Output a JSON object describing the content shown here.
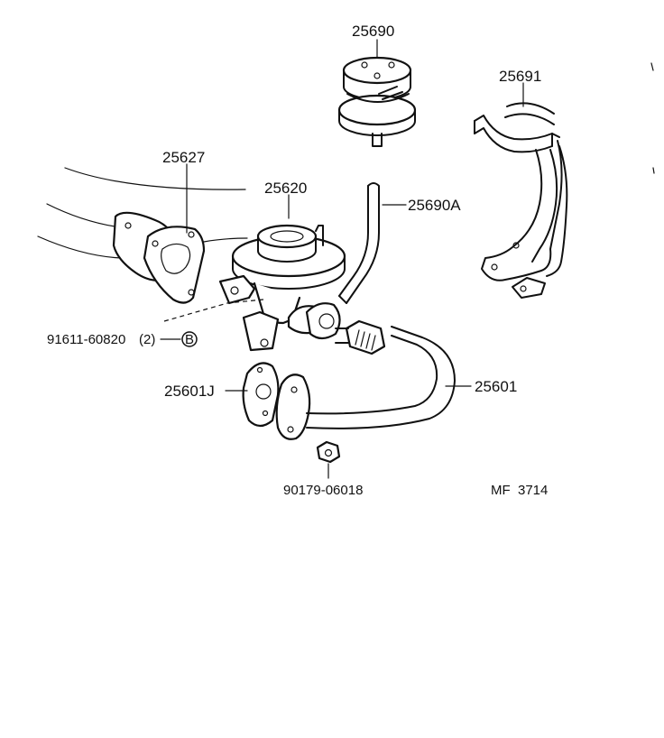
{
  "labels": {
    "egr_valve_cover": "25690",
    "bracket": "25691",
    "gasket_top": "25627",
    "egr_valve": "25620",
    "vacuum_hose": "25690A",
    "bolt": "91611-60820",
    "bolt_qty": "(2)",
    "bolt_marker": "B",
    "gasket_lower": "25601J",
    "egr_pipe": "25601",
    "nut": "90179-06018",
    "figure_code": "MF  3714"
  }
}
